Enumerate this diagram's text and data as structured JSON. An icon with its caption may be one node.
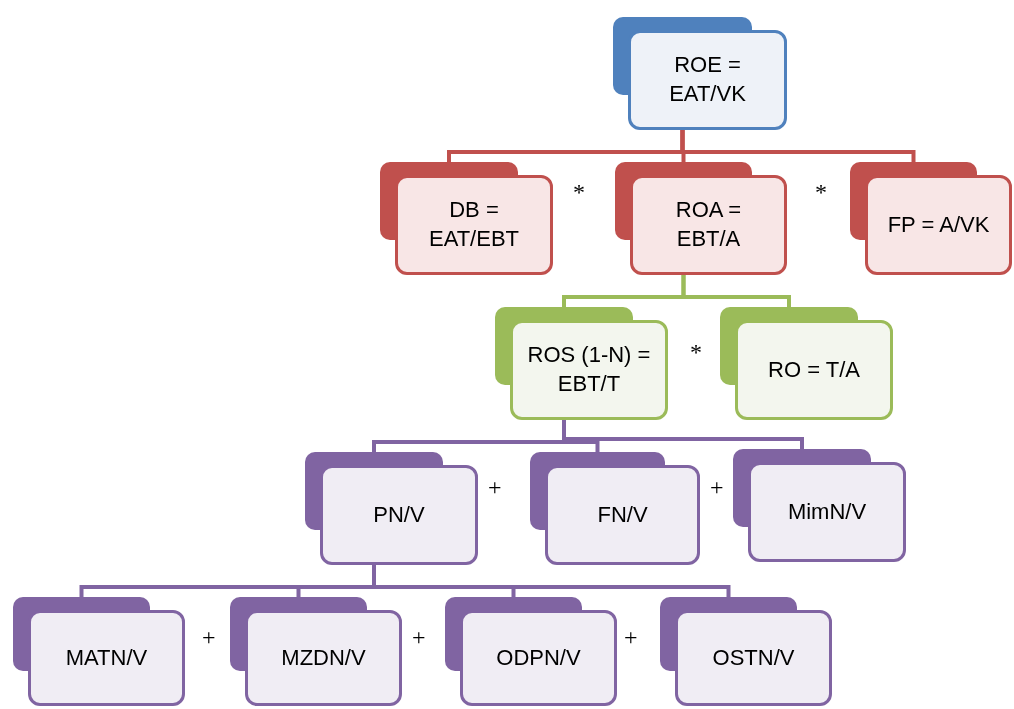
{
  "diagram": {
    "nodes": [
      {
        "text": [
          "ROE = EAT/VK"
        ]
      },
      {
        "text": [
          "DB = EAT/EBT"
        ]
      },
      {
        "text": [
          "ROA = EBT/A"
        ]
      },
      {
        "text": [
          "FP = A/VK"
        ]
      },
      {
        "text": [
          "ROS (1-N) = EBT/T"
        ]
      },
      {
        "text": [
          "RO = T/A"
        ]
      },
      {
        "text": [
          "PN/V"
        ]
      },
      {
        "text": [
          "FN/V"
        ]
      },
      {
        "text": [
          "MimN/V"
        ]
      },
      {
        "text": [
          "MATN/V"
        ]
      },
      {
        "text": [
          "MZDN/V"
        ]
      },
      {
        "text": [
          "ODPN/V"
        ]
      },
      {
        "text": [
          "OSTN/V"
        ]
      }
    ],
    "edges": [
      {
        "from": 0,
        "to": 1,
        "arrow": "none",
        "color": "#c0504d"
      },
      {
        "from": 0,
        "to": 2,
        "arrow": "none",
        "color": "#c0504d"
      },
      {
        "from": 0,
        "to": 3,
        "arrow": "none",
        "color": "#c0504d"
      },
      {
        "from": 2,
        "to": 4,
        "arrow": "none",
        "color": "#9bbb59"
      },
      {
        "from": 2,
        "to": 5,
        "arrow": "none",
        "color": "#9bbb59"
      },
      {
        "from": 4,
        "to": 6,
        "arrow": "none"
      },
      {
        "from": 4,
        "to": 7,
        "arrow": "none"
      },
      {
        "from": 4,
        "to": 8,
        "arrow": "none"
      },
      {
        "from": 6,
        "to": 9,
        "arrow": "none"
      },
      {
        "from": 6,
        "to": 10,
        "arrow": "none"
      },
      {
        "from": 6,
        "to": 11,
        "arrow": "none"
      },
      {
        "from": 6,
        "to": 12,
        "arrow": "none"
      }
    ],
    "labels": [
      "*",
      "*",
      "*",
      "+",
      "+",
      "+",
      "+",
      "+"
    ]
  }
}
